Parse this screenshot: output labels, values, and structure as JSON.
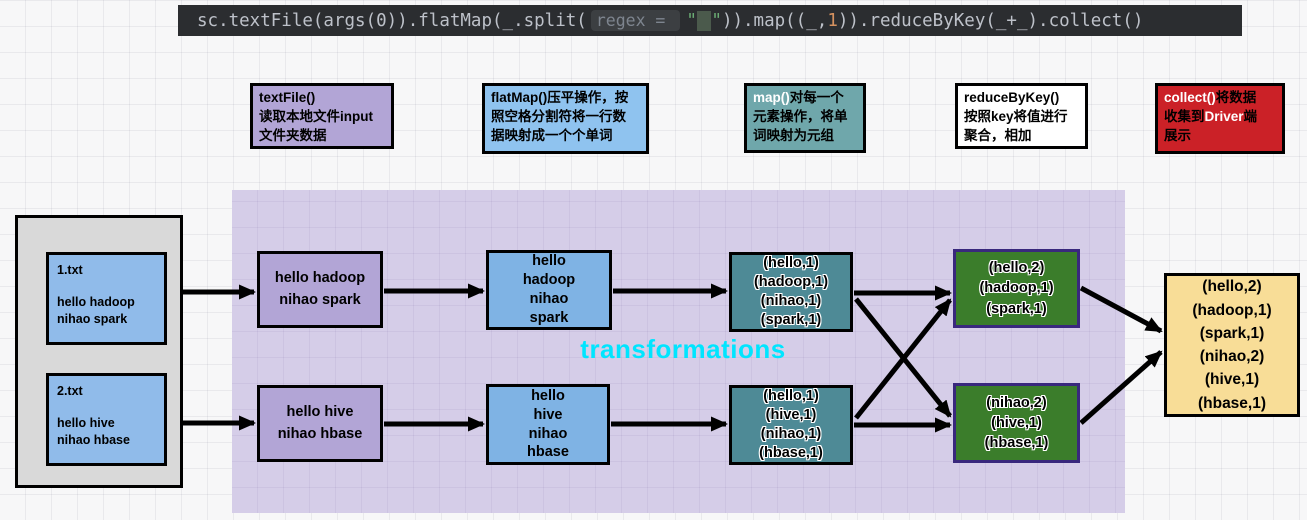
{
  "code_bar": {
    "part1": "sc.textFile(args(0)).flatMap(_.split(",
    "hint_label": "regex = ",
    "quote_open": "\"",
    "string_space": " ",
    "quote_close": "\"",
    "part2": ")).map((_,",
    "number": "1",
    "part3": ")).reduceByKey(_+_).collect()"
  },
  "annotations": [
    {
      "name": "textFile",
      "text": "textFile()\n读取本地文件input\n文件夹数据"
    },
    {
      "name": "flatMap",
      "text": "flatMap()压平操作，按\n照空格分割符将一行数\n据映射成一个个单词"
    },
    {
      "name": "map",
      "keyword": "map()",
      "text": "对每一个\n元素操作，将单\n词映射为元组"
    },
    {
      "name": "reduceByKey",
      "text": "reduceByKey()\n按照key将值进行\n聚合，相加"
    },
    {
      "name": "collect",
      "keyword": "collect()",
      "text_before": "将数据\n收集到",
      "driver_word": "Driver",
      "text_after": "端\n展示"
    }
  ],
  "flow": {
    "source_files": [
      {
        "name": "1.txt",
        "content": "hello hadoop\nnihao spark"
      },
      {
        "name": "2.txt",
        "content": "hello hive\nnihao hbase"
      }
    ],
    "read_boxes": [
      "hello hadoop\nnihao spark",
      "hello hive\nnihao hbase"
    ],
    "split_boxes": [
      "hello\nhadoop\nnihao\nspark",
      "hello\nhive\nnihao\nhbase"
    ],
    "map_boxes": [
      "(hello,1)\n(hadoop,1)\n(nihao,1)\n(spark,1)",
      "(hello,1)\n(hive,1)\n(nihao,1)\n(hbase,1)"
    ],
    "reduce_boxes": [
      "(hello,2)\n(hadoop,1)\n(spark,1)",
      "(nihao,2)\n(hive,1)\n(hbase,1)"
    ],
    "collect_box": "(hello,2)\n(hadoop,1)\n(spark,1)\n(nihao,2)\n(hive,1)\n(hbase,1)",
    "transformations_label": "transformations"
  },
  "colors": {
    "code_bar_bg": "#2b2d30",
    "code_text": "#bdc1c9",
    "code_hint_text": "#7e858f",
    "code_hint_bg": "#3c3f42",
    "code_string_green": "#6aab73",
    "code_space_highlight_bg": "#4b5a4c",
    "code_number_orange": "#d5915f",
    "annotation_textfile_bg": "#b2a5d6",
    "annotation_flatmap_bg": "#8fc3ef",
    "annotation_map_bg": "#6fa7ab",
    "annotation_reducebykey_bg": "#ffffff",
    "annotation_collect_bg": "#cb2127",
    "transform_area_bg": "#d5cde8",
    "transformations_label_color": "#00e5ff",
    "input_folder_bg": "#d9d9d9",
    "file_box_bg": "#90bbea",
    "read_box_bg": "#b2a5d6",
    "split_box_bg": "#7fb3e4",
    "map_box_bg": "#4e8a96",
    "reduce_box_bg": "#3b7d2b",
    "reduce_box_border": "#39287d",
    "collect_box_bg": "#f8dd97",
    "arrow_color": "#000000"
  }
}
